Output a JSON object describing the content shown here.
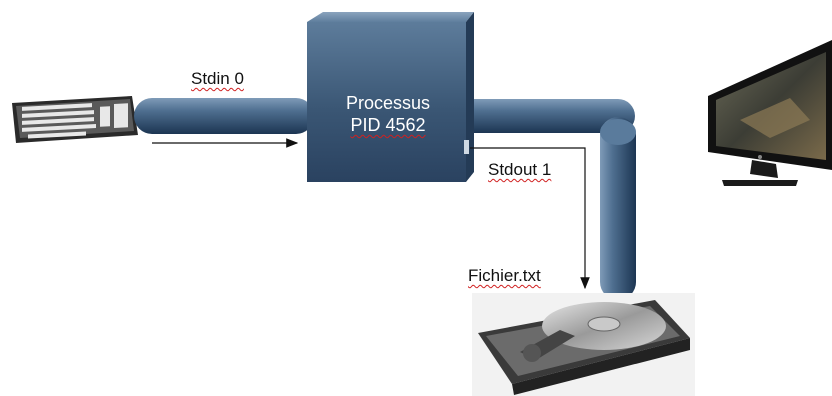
{
  "diagram": {
    "process": {
      "title": "Processus",
      "pid": "PID 4562"
    },
    "stdin_label": "Stdin 0",
    "stdout_label": "Stdout 1",
    "file_label": "Fichier.txt"
  },
  "colors": {
    "pipe": "#4d6d8c",
    "process_box": "#3e5a78",
    "arrow": "#111111"
  },
  "icons": {
    "input_device": "keyboard-icon",
    "output_device": "monitor-icon",
    "file_device": "hard-drive-icon"
  }
}
